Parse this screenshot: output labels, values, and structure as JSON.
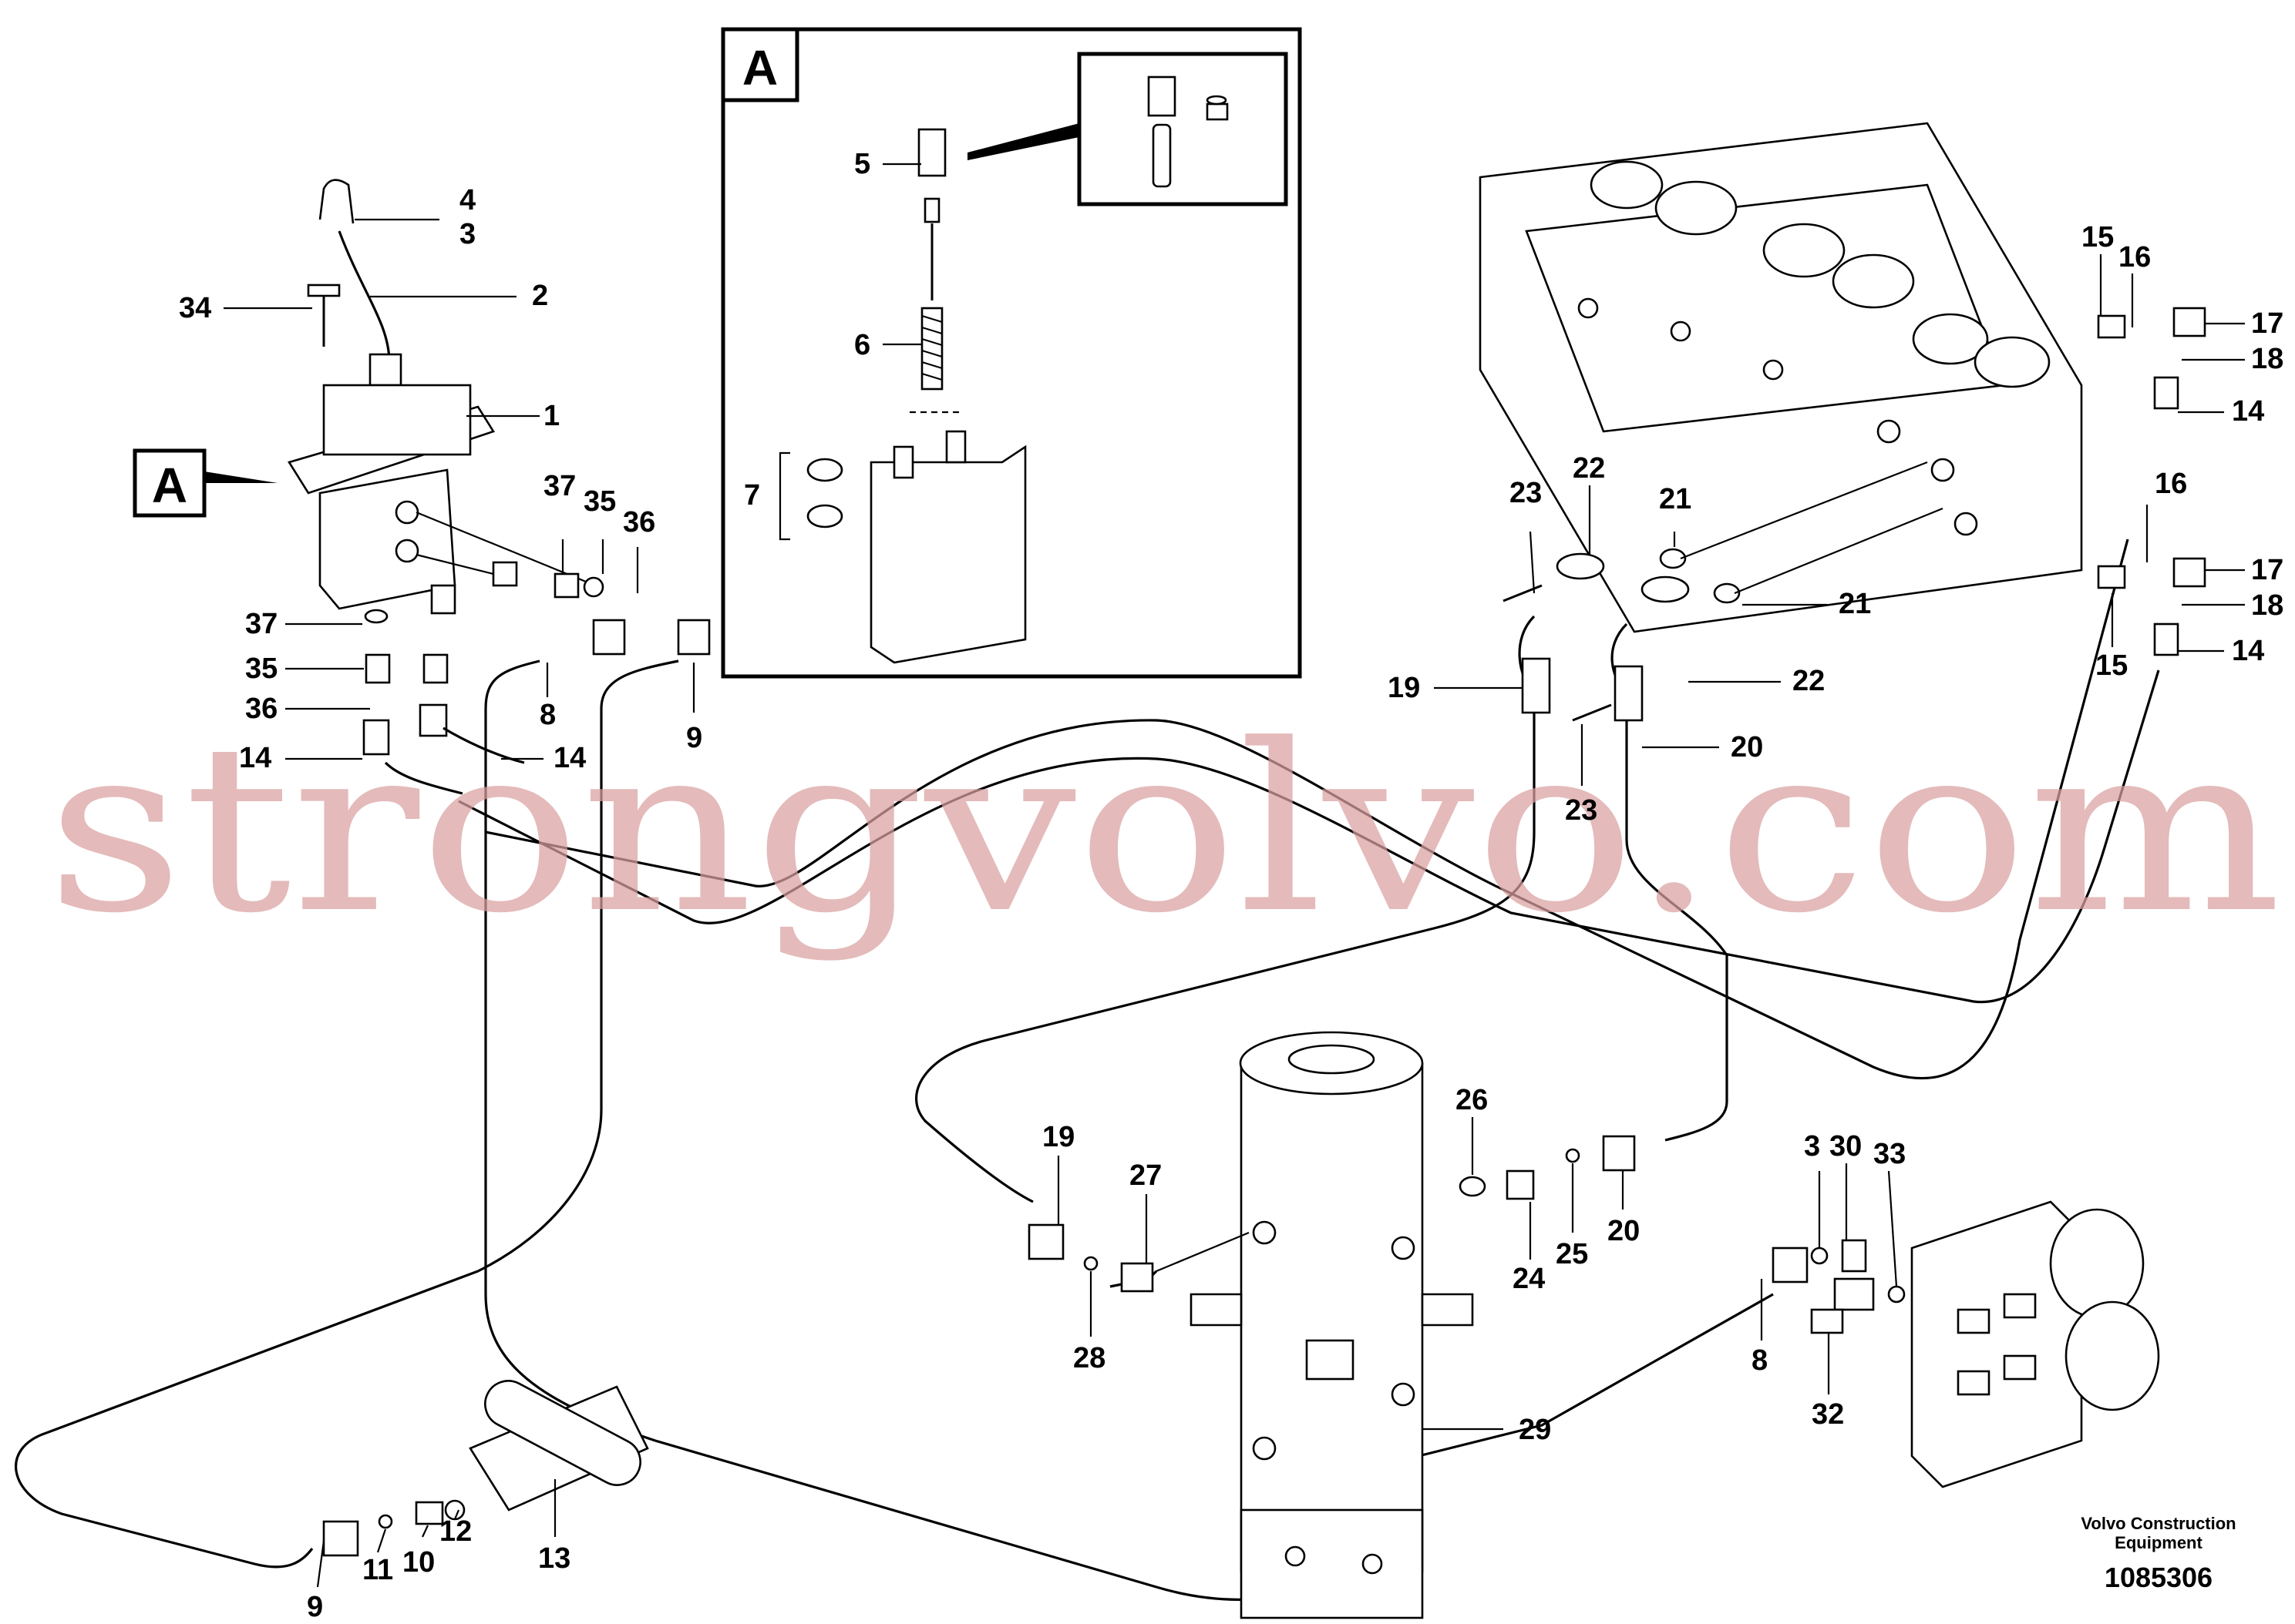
{
  "inset_label": "A",
  "callout_label": "A",
  "watermark": "strongvolvo.com",
  "credit_line1": "Volvo Construction",
  "credit_line2": "Equipment",
  "diagram_id": "1085306",
  "part_labels": {
    "p1": "1",
    "p2": "2",
    "p3": "3",
    "p4": "4",
    "p5": "5",
    "p6": "6",
    "p7": "7",
    "p8a": "8",
    "p8b": "8",
    "p9a": "9",
    "p9b": "9",
    "p10": "10",
    "p11": "11",
    "p12": "12",
    "p13": "13",
    "p14a": "14",
    "p14b": "14",
    "p14c": "14",
    "p14d": "14",
    "p15a": "15",
    "p15b": "15",
    "p16a": "16",
    "p16b": "16",
    "p17a": "17",
    "p17b": "17",
    "p18a": "18",
    "p18b": "18",
    "p19a": "19",
    "p19b": "19",
    "p20a": "20",
    "p20b": "20",
    "p21a": "21",
    "p21b": "21",
    "p22a": "22",
    "p22b": "22",
    "p23a": "23",
    "p23b": "23",
    "p24": "24",
    "p25": "25",
    "p26": "26",
    "p27": "27",
    "p28": "28",
    "p29": "29",
    "p30": "30",
    "p32": "32",
    "p33": "33",
    "p34": "34",
    "p35a": "35",
    "p35b": "35",
    "p36a": "36",
    "p36b": "36",
    "p37a": "37",
    "p37b": "37",
    "p3x": "3"
  }
}
